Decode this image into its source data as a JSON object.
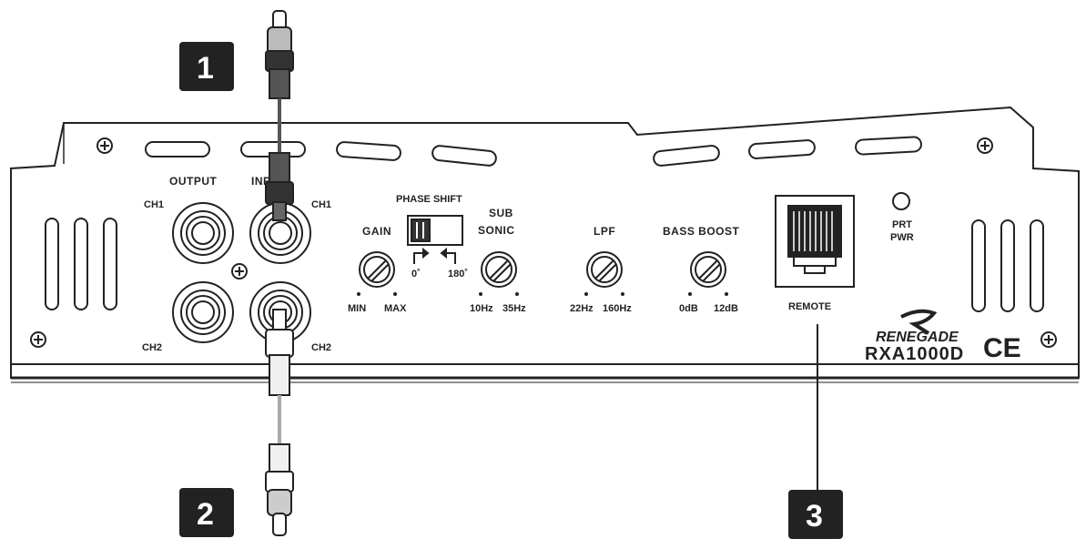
{
  "callouts": [
    "1",
    "2",
    "3"
  ],
  "panel": {
    "output_label": "OUTPUT",
    "input_label": "INPUT",
    "ch1": "CH1",
    "ch2": "CH2",
    "gain": {
      "label": "GAIN",
      "min": "MIN",
      "max": "MAX"
    },
    "phase_shift": {
      "label": "PHASE SHIFT",
      "zero": "0˚",
      "one_eighty": "180˚"
    },
    "subsonic": {
      "label_line1": "SUB",
      "label_line2": "SONIC",
      "min": "10Hz",
      "max": "35Hz"
    },
    "lpf": {
      "label": "LPF",
      "min": "22Hz",
      "max": "160Hz"
    },
    "bass_boost": {
      "label": "BASS  BOOST",
      "min": "0dB",
      "max": "12dB"
    },
    "remote": "REMOTE",
    "prt_pwr": {
      "line1": "PRT",
      "line2": "PWR"
    },
    "brand": "RENEGADE",
    "model": "RXA1000D",
    "ce_mark": "CE"
  }
}
